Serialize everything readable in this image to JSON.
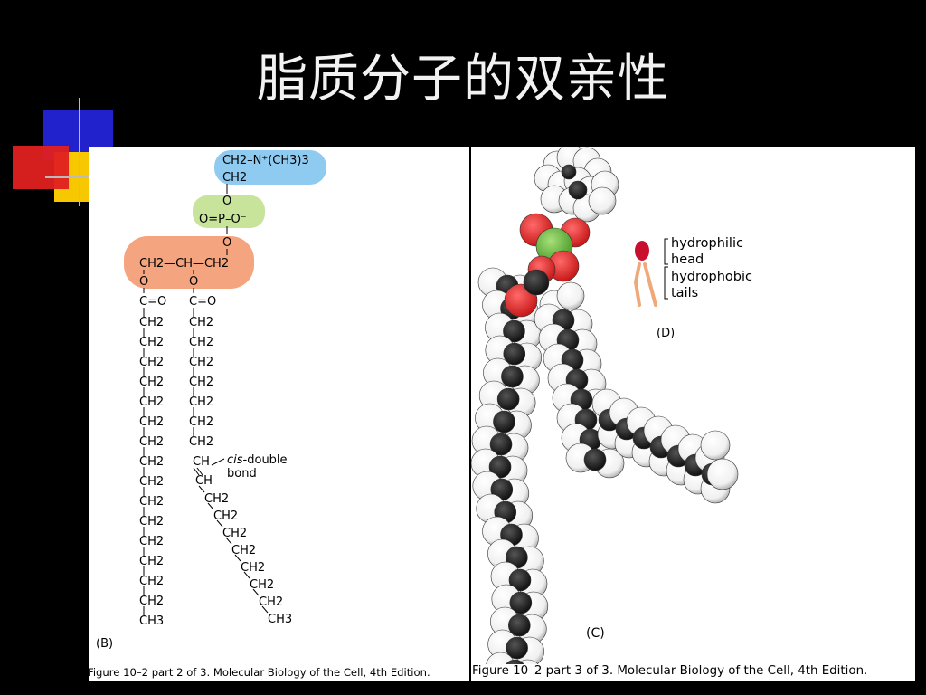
{
  "slide": {
    "title": "脂质分子的双亲性"
  },
  "panel_b": {
    "label": "(B)",
    "caption": "Figure 10–2 part 2 of 3. Molecular Biology of the Cell, 4th Edition.",
    "choline_top": "CH2–N⁺(CH3)3",
    "choline_ch2": "CH2",
    "phosphate_o_top": "O",
    "phosphate_group": "O=P–O⁻",
    "phosphate_o_bottom": "O",
    "glycerol": "CH2—CH—CH2",
    "ester_o": "O",
    "carbonyl": "C=O",
    "methylene": "CH2",
    "methyl": "CH3",
    "double_bond_ch": "CH",
    "annotation_italic": "cis",
    "annotation_rest": "-double",
    "annotation_line2": "bond",
    "colors": {
      "choline": "#8fcaf0",
      "phosphate": "#c8e49a",
      "glycerol": "#f4a47e"
    }
  },
  "panel_c": {
    "label": "(C)",
    "caption": "Figure 10–2 part 3 of 3. Molecular Biology of the Cell, 4th Edition."
  },
  "panel_d": {
    "label": "(D)",
    "hydrophilic_line1": "hydrophilic",
    "hydrophilic_line2": "head",
    "hydrophobic_line1": "hydrophobic",
    "hydrophobic_line2": "tails",
    "head_color": "#c8102e",
    "tail_color": "#f0a878"
  }
}
